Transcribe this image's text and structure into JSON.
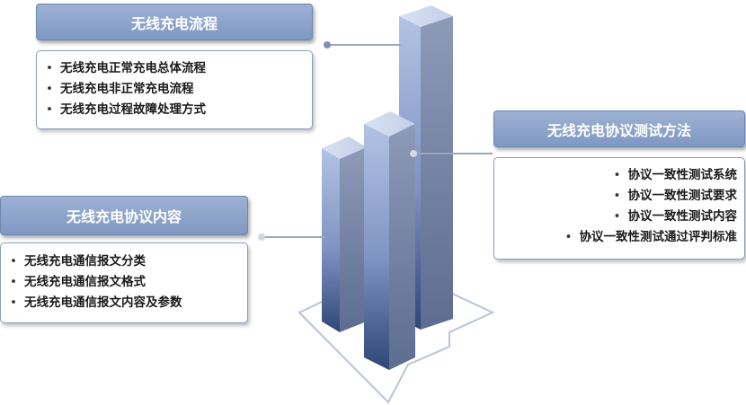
{
  "sections": {
    "flow": {
      "title": "无线充电流程",
      "items": [
        "无线充电正常充电总体流程",
        "无线充电非正常充电流程",
        "无线充电过程故障处理方式"
      ]
    },
    "test": {
      "title": "无线充电协议测试方法",
      "items": [
        "协议一致性测试系统",
        "协议一致性测试要求",
        "协议一致性测试内容",
        "协议一致性测试通过评判标准"
      ]
    },
    "content": {
      "title": "无线充电协议内容",
      "items": [
        "无线充电通信报文分类",
        "无线充电通信报文格式",
        "无线充电通信报文内容及参数"
      ]
    }
  },
  "colors": {
    "header_fill": "#8aa2cb",
    "connector": "#9aa8c0",
    "bar_front_light": "#aebfe2",
    "bar_front_dark": "#334a78"
  }
}
